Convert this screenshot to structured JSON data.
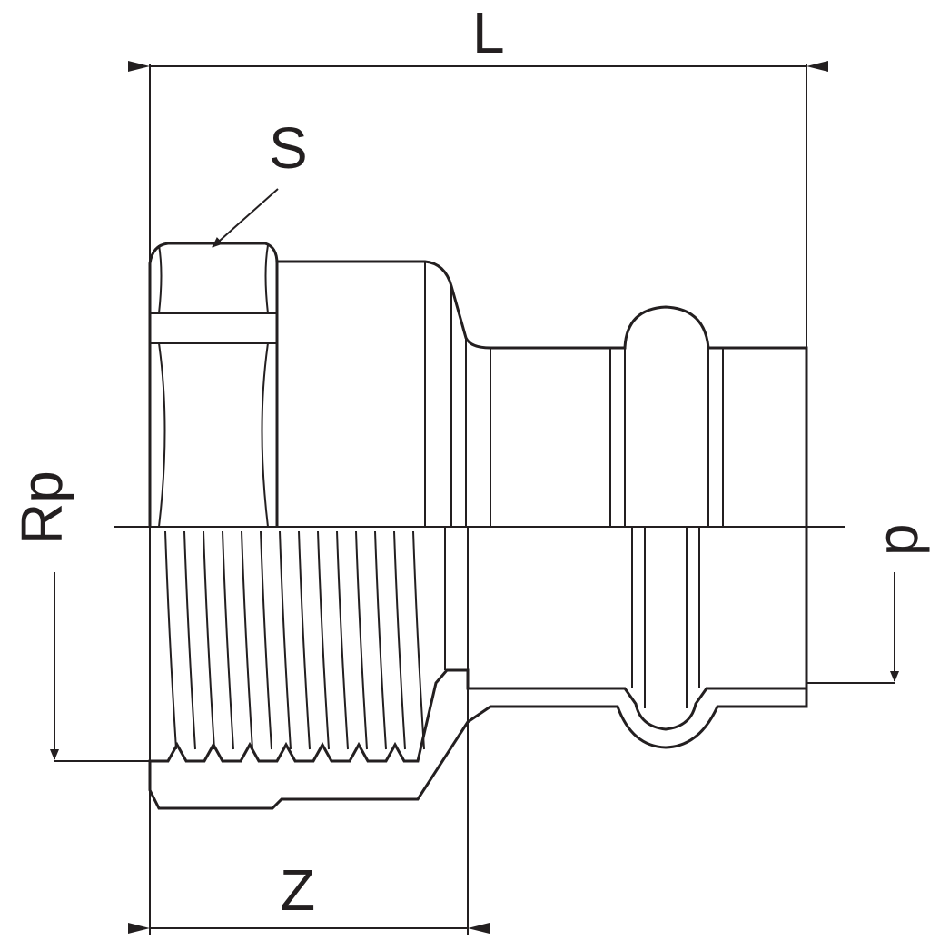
{
  "labels": {
    "length": "L",
    "wrench_size": "S",
    "thread": "Rp",
    "pipe_size": "p",
    "insert_depth": "Z"
  },
  "colors": {
    "stroke": "#231f20",
    "background": "#ffffff"
  }
}
